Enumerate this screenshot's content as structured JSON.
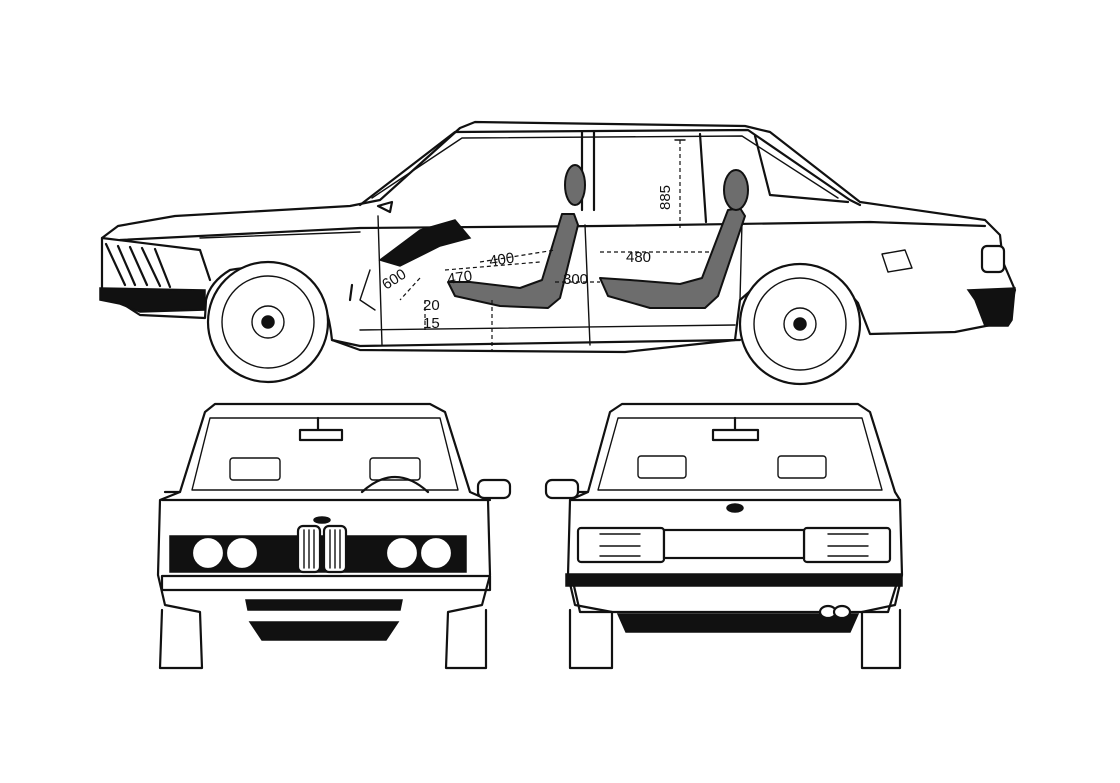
{
  "dimensions": {
    "d885": "885",
    "d600": "600",
    "d470": "470",
    "d400": "400",
    "d300": "300",
    "d480": "480",
    "d20": "20",
    "d15": "15"
  }
}
